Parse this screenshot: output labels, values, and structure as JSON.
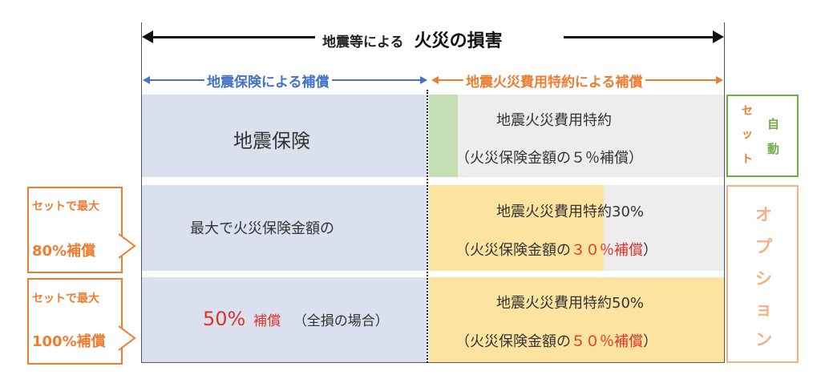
{
  "header": {
    "small_label": "地震等による",
    "big_label": "火災の損害",
    "left_span_label": "地震保険による補償",
    "right_span_label": "地震火災費用特約による補償"
  },
  "rows": {
    "row1_left": "地震保険",
    "row1_right_line1": "地震火災費用特約",
    "row1_right_line2": "（火災保険金額の５％補償）",
    "row2_left": "最大で火災保険金額の",
    "row2_right_line1": "地震火災費用特約30%",
    "row2_right_line2_prefix": "（火災保険金額の",
    "row2_right_line2_red": "３０％補償",
    "row2_right_line2_suffix": "）",
    "row3_left_red_pct": "50%",
    "row3_left_red_word": "補償",
    "row3_left_note": "（全損の場合）",
    "row3_right_line1": "地震火災費用特約50%",
    "row3_right_line2_prefix": "（火災保険金額の",
    "row3_right_line2_red": "５０％補償",
    "row3_right_line2_suffix": "）"
  },
  "side_left": {
    "box1_line1": "セットで最大",
    "box1_line2": "80%補償",
    "box2_line1": "セットで最大",
    "box2_line2": "100%補償"
  },
  "side_right": {
    "auto_set_a": "セ",
    "auto_set_b": "ッ",
    "auto_set_c": "ト",
    "auto_a": "自",
    "auto_b": "動",
    "option": [
      "オ",
      "プ",
      "シ",
      "ョ",
      "ン"
    ]
  },
  "colors": {
    "blue": "#4472c4",
    "orange": "#ed7d31",
    "green": "#70ad47",
    "light_blue_fill": "#dae0ee",
    "gray_fill": "#ededed",
    "yellow_fill": "#fce3a0",
    "green_fill": "#c5dfb4",
    "red_text": "#e0322a"
  }
}
